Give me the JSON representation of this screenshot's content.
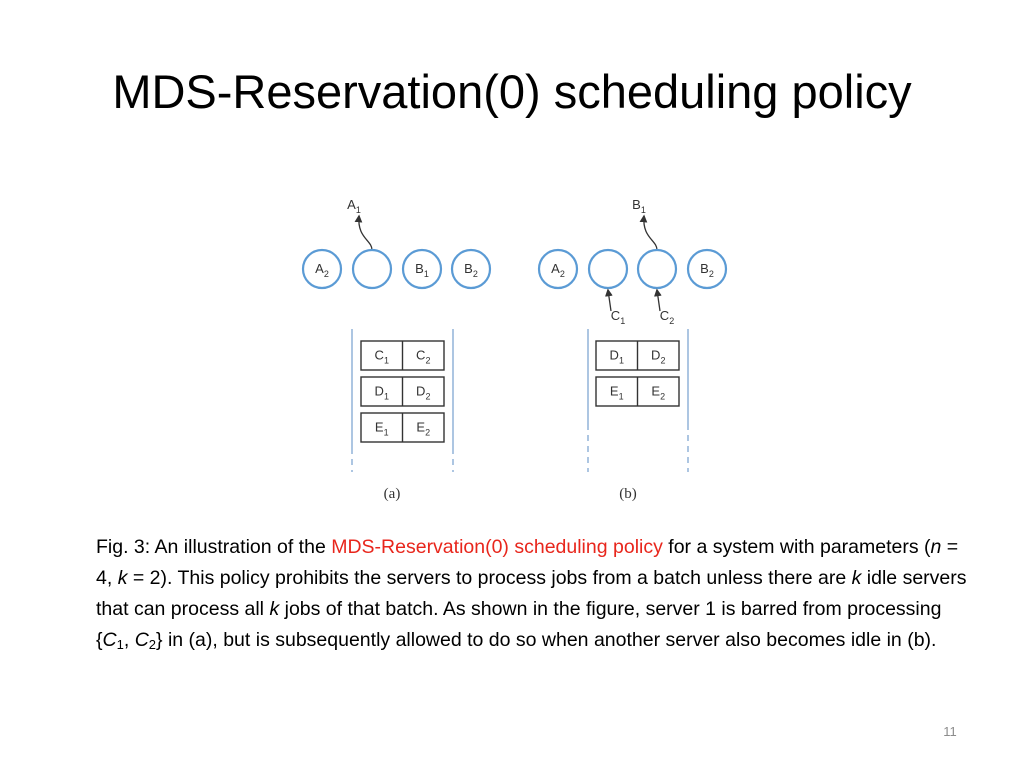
{
  "slide": {
    "title": "MDS-Reservation(0) scheduling policy",
    "page_number": "11"
  },
  "figure": {
    "panel_a": {
      "label": "(a)",
      "departure": {
        "base": "A",
        "sub": "1"
      },
      "nodes": [
        {
          "base": "A",
          "sub": "2"
        },
        {
          "base": "",
          "sub": ""
        },
        {
          "base": "B",
          "sub": "1"
        },
        {
          "base": "B",
          "sub": "2"
        }
      ],
      "arrivals": [],
      "queue": [
        [
          {
            "base": "C",
            "sub": "1"
          },
          {
            "base": "C",
            "sub": "2"
          }
        ],
        [
          {
            "base": "D",
            "sub": "1"
          },
          {
            "base": "D",
            "sub": "2"
          }
        ],
        [
          {
            "base": "E",
            "sub": "1"
          },
          {
            "base": "E",
            "sub": "2"
          }
        ]
      ]
    },
    "panel_b": {
      "label": "(b)",
      "departure": {
        "base": "B",
        "sub": "1"
      },
      "nodes": [
        {
          "base": "A",
          "sub": "2"
        },
        {
          "base": "",
          "sub": ""
        },
        {
          "base": "",
          "sub": ""
        },
        {
          "base": "B",
          "sub": "2"
        }
      ],
      "arrivals": [
        {
          "base": "C",
          "sub": "1"
        },
        {
          "base": "C",
          "sub": "2"
        }
      ],
      "queue": [
        [
          {
            "base": "D",
            "sub": "1"
          },
          {
            "base": "D",
            "sub": "2"
          }
        ],
        [
          {
            "base": "E",
            "sub": "1"
          },
          {
            "base": "E",
            "sub": "2"
          }
        ]
      ]
    }
  },
  "caption": {
    "prefix": "Fig. 3: An illustration of the ",
    "highlight": "MDS-Reservation(0) scheduling policy",
    "after_highlight": " for a system with parameters (",
    "n_var": "n",
    "n_eq": " = 4,  ",
    "k_var": "k",
    "k_eq": " = 2). This policy prohibits the servers to process jobs from a batch unless there are ",
    "k_var_2": "k",
    "mid_text": " idle servers that can process all ",
    "k_var_3": "k",
    "mid_text_2": " jobs of that batch. As shown in the figure, server 1 is barred from processing {",
    "c_var_1": "C",
    "c_sub_1": "1",
    "comma": ", ",
    "c_var_2": "C",
    "c_sub_2": "2",
    "suffix": "} in (a), but is subsequently allowed to do so when another server also becomes idle in (b)."
  },
  "colors": {
    "node_stroke": "#5b9bd5",
    "highlight": "#e8261c",
    "page_number": "#8c8c8c"
  }
}
